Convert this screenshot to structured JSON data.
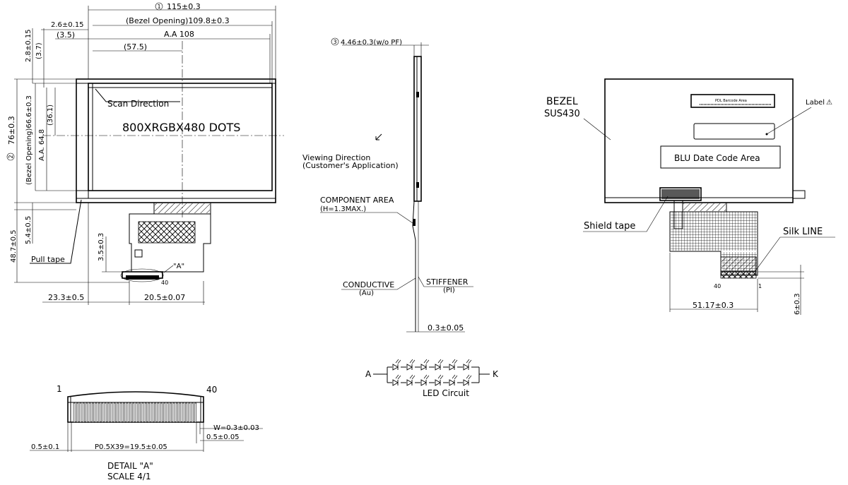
{
  "front_view": {
    "dim_width_circled": "1",
    "dim_width": "115±0.3",
    "dim_bezel_opening_w": "(Bezel Opening)109.8±0.3",
    "dim_offset_left": "2.6±0.15",
    "dim_aa_offset": "(3.5)",
    "dim_active_area_w": "A.A 108",
    "dim_center_x": "(57.5)",
    "dim_top_offset_a": "2.8±0.15",
    "dim_top_offset_b": "(3.7)",
    "dim_height_circled": "2",
    "dim_height": "76±0.3",
    "dim_bezel_opening_h": "(Bezel Opening)66.6±0.3",
    "dim_active_area_h": "A.A. 64.8",
    "dim_center_y": "(36.1)",
    "scan_direction": "Scan Direction",
    "resolution": "800XRGBX480 DOTS",
    "dim_pull_tape_offset": "5.4±0.5",
    "dim_fpc_length": "48.7±0.5",
    "dim_fpc_tab": "3.5±0.3",
    "pull_tape": "Pull tape",
    "detail_ref": "\"A\"",
    "pin_40": "40",
    "dim_fpc_x": "23.3±0.5",
    "dim_fpc_w": "20.5±0.07"
  },
  "side_view": {
    "dim_thickness_circled": "3",
    "dim_thickness": "4.46±0.3(w/o PF)",
    "viewing_direction": "Viewing Direction",
    "viewing_direction_note": "(Customer's Application)",
    "component_area": "COMPONENT AREA",
    "component_area_note": "(H=1.3MAX.)",
    "conductive": "CONDUCTIVE",
    "conductive_note": "(Au)",
    "stiffener": "STIFFENER",
    "stiffener_note": "(PI)",
    "dim_fpc_thickness": "0.3±0.05"
  },
  "led_circuit": {
    "anode": "A",
    "cathode": "K",
    "title": "LED Circuit"
  },
  "back_view": {
    "bezel": "BEZEL",
    "bezel_material": "SUS430",
    "barcode_area": "PDL Barcode Area",
    "label": "Label",
    "blu_date_code": "BLU  Date Code Area",
    "shield_tape": "Shield tape",
    "silk_line": "Silk LINE",
    "pin_40": "40",
    "pin_1": "1",
    "dim_fpc_w": "51.17±0.3",
    "dim_silk": "6±0.3"
  },
  "detail_a": {
    "pin_1": "1",
    "pin_40": "40",
    "dim_width": "W=0.3±0.03",
    "dim_gap": "0.5±0.05",
    "dim_edge": "0.5±0.1",
    "dim_pitch": "P0.5X39=19.5±0.05",
    "title": "DETAIL \"A\"",
    "scale": "SCALE 4/1"
  }
}
